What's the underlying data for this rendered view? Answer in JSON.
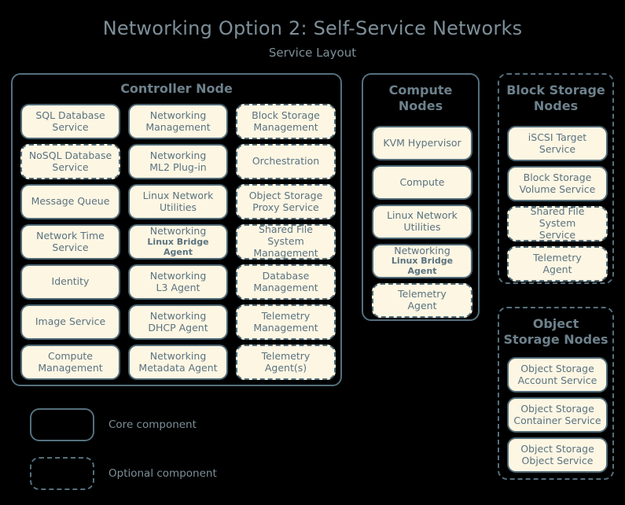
{
  "header": {
    "title": "Networking Option 2: Self-Service Networks",
    "subtitle": "Service Layout"
  },
  "colors": {
    "background": "#000000",
    "box_fill": "#fdf6e3",
    "box_border": "#4e6875",
    "text": "#5b7380",
    "title_text": "#7d8f99"
  },
  "groups": {
    "controller": {
      "title": "Controller Node",
      "border": "solid",
      "boxes": [
        {
          "l1": "SQL Database",
          "l2": "Service",
          "border": "solid"
        },
        {
          "l1": "Networking",
          "l2": "Management",
          "border": "solid"
        },
        {
          "l1": "Block Storage",
          "l2": "Management",
          "border": "dashed"
        },
        {
          "l1": "NoSQL Database",
          "l2": "Service",
          "border": "dashed"
        },
        {
          "l1": "Networking",
          "l2": "ML2 Plug-in",
          "border": "solid"
        },
        {
          "l1": "Orchestration",
          "l2": "",
          "border": "dashed"
        },
        {
          "l1": "Message Queue",
          "l2": "",
          "border": "solid"
        },
        {
          "l1": "Linux Network",
          "l2": "Utilities",
          "border": "solid"
        },
        {
          "l1": "Object Storage",
          "l2": "Proxy Service",
          "border": "dashed"
        },
        {
          "l1": "Network Time",
          "l2": "Service",
          "border": "solid"
        },
        {
          "l1": "Networking",
          "l2": "Linux Bridge Agent",
          "border": "solid",
          "small2": true
        },
        {
          "l1": "Shared File System",
          "l2": "Management",
          "border": "dashed"
        },
        {
          "l1": "Identity",
          "l2": "",
          "border": "solid"
        },
        {
          "l1": "Networking",
          "l2": "L3 Agent",
          "border": "solid"
        },
        {
          "l1": "Database",
          "l2": "Management",
          "border": "dashed"
        },
        {
          "l1": "Image Service",
          "l2": "",
          "border": "solid"
        },
        {
          "l1": "Networking",
          "l2": "DHCP Agent",
          "border": "solid"
        },
        {
          "l1": "Telemetry",
          "l2": "Management",
          "border": "dashed"
        },
        {
          "l1": "Compute",
          "l2": "Management",
          "border": "solid"
        },
        {
          "l1": "Networking",
          "l2": "Metadata Agent",
          "border": "solid"
        },
        {
          "l1": "Telemetry",
          "l2": "Agent(s)",
          "border": "dashed"
        }
      ]
    },
    "compute": {
      "title_line1": "Compute",
      "title_line2": "Nodes",
      "border": "solid",
      "boxes": [
        {
          "l1": "KVM Hypervisor",
          "l2": "",
          "border": "solid"
        },
        {
          "l1": "Compute",
          "l2": "",
          "border": "solid"
        },
        {
          "l1": "Linux Network",
          "l2": "Utilities",
          "border": "solid"
        },
        {
          "l1": "Networking",
          "l2": "Linux Bridge Agent",
          "border": "solid",
          "small2": true
        },
        {
          "l1": "Telemetry",
          "l2": "Agent",
          "border": "dashed"
        }
      ]
    },
    "block_storage": {
      "title_line1": "Block Storage",
      "title_line2": "Nodes",
      "border": "dashed",
      "boxes": [
        {
          "l1": "iSCSI Target",
          "l2": "Service",
          "border": "solid"
        },
        {
          "l1": "Block Storage",
          "l2": "Volume Service",
          "border": "solid"
        },
        {
          "l1": "Shared File System",
          "l2": "Service",
          "border": "dashed"
        },
        {
          "l1": "Telemetry",
          "l2": "Agent",
          "border": "dashed"
        }
      ]
    },
    "object_storage": {
      "title_line1": "Object",
      "title_line2": "Storage Nodes",
      "border": "dashed",
      "boxes": [
        {
          "l1": "Object Storage",
          "l2": "Account Service",
          "border": "solid"
        },
        {
          "l1": "Object Storage",
          "l2": "Container Service",
          "border": "solid"
        },
        {
          "l1": "Object Storage",
          "l2": "Object Service",
          "border": "solid"
        }
      ]
    }
  },
  "legend": {
    "core_label": "Core component",
    "optional_label": "Optional component"
  }
}
